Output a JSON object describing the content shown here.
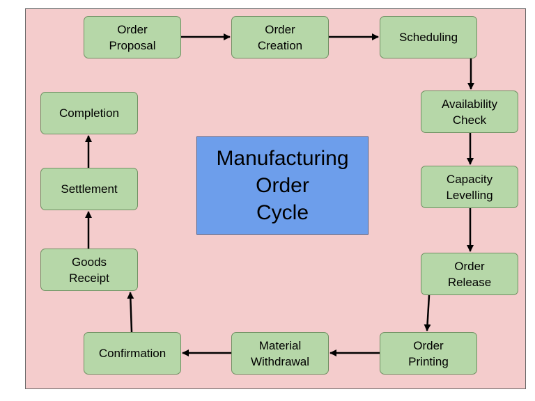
{
  "diagram": {
    "title": "Manufacturing\nOrder\nCycle",
    "nodes": [
      {
        "id": "order-proposal",
        "label": "Order\nProposal"
      },
      {
        "id": "order-creation",
        "label": "Order\nCreation"
      },
      {
        "id": "scheduling",
        "label": "Scheduling"
      },
      {
        "id": "availability-check",
        "label": "Availability\nCheck"
      },
      {
        "id": "capacity-levelling",
        "label": "Capacity\nLevelling"
      },
      {
        "id": "order-release",
        "label": "Order\nRelease"
      },
      {
        "id": "order-printing",
        "label": "Order\nPrinting"
      },
      {
        "id": "material-withdrawal",
        "label": "Material\nWithdrawal"
      },
      {
        "id": "confirmation",
        "label": "Confirmation"
      },
      {
        "id": "goods-receipt",
        "label": "Goods\nReceipt"
      },
      {
        "id": "settlement",
        "label": "Settlement"
      },
      {
        "id": "completion",
        "label": "Completion"
      }
    ],
    "edges": [
      {
        "from": "order-proposal",
        "to": "order-creation"
      },
      {
        "from": "order-creation",
        "to": "scheduling"
      },
      {
        "from": "scheduling",
        "to": "availability-check"
      },
      {
        "from": "availability-check",
        "to": "capacity-levelling"
      },
      {
        "from": "capacity-levelling",
        "to": "order-release"
      },
      {
        "from": "order-release",
        "to": "order-printing"
      },
      {
        "from": "order-printing",
        "to": "material-withdrawal"
      },
      {
        "from": "material-withdrawal",
        "to": "confirmation"
      },
      {
        "from": "confirmation",
        "to": "goods-receipt"
      },
      {
        "from": "goods-receipt",
        "to": "settlement"
      },
      {
        "from": "settlement",
        "to": "completion"
      }
    ],
    "colors": {
      "background": "#f4cccc",
      "node_fill": "#b6d7a8",
      "center_fill": "#6d9eeb",
      "arrow": "#000000"
    }
  }
}
